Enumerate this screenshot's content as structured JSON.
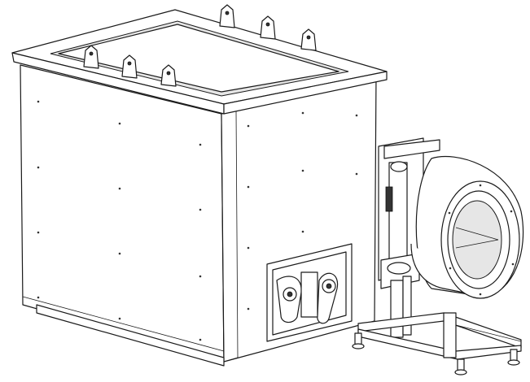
{
  "drawing": {
    "line_color": "#1a1a1a",
    "background": "#ffffff",
    "components": [
      "tank-body",
      "top-rim",
      "lifting-lugs",
      "access-panel",
      "valve-mechanism",
      "blower-fan",
      "motor",
      "support-frame",
      "leveling-feet"
    ]
  }
}
